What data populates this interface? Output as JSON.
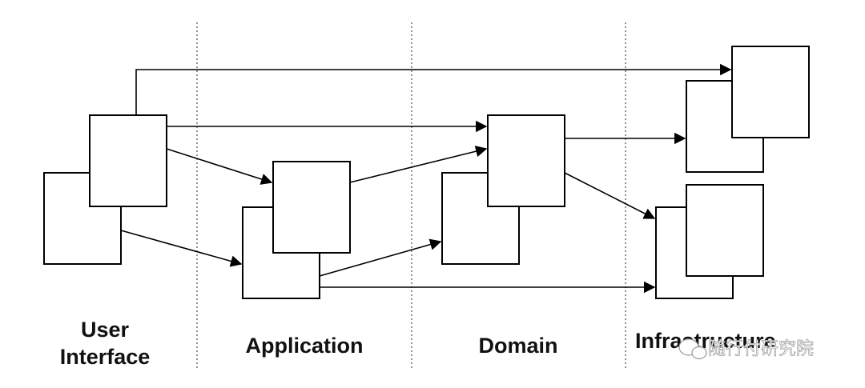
{
  "layers": {
    "user_interface": {
      "line1": "User",
      "line2": "Interface"
    },
    "application": "Application",
    "domain": "Domain",
    "infrastructure": "Infrastructure"
  },
  "watermark": {
    "text": "随行付研究院",
    "icon": "wechat-icon"
  }
}
